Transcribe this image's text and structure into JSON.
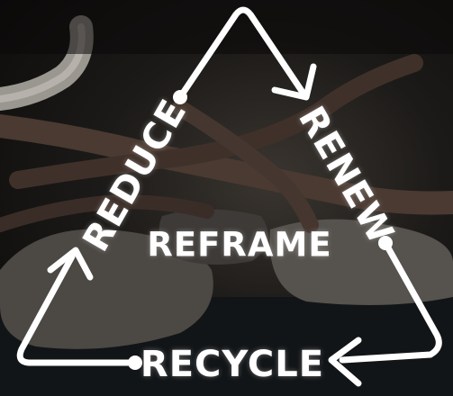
{
  "words": {
    "reduce": "REDUCE",
    "renew": "RENEW",
    "reframe": "REFRAME",
    "recycle": "RECYCLE"
  },
  "colors": {
    "line": "#ffffff",
    "background": "#1c1a18",
    "root": "#4a3a30",
    "rock": "#5a5650",
    "water": "#15181a"
  },
  "icons": {
    "cycle": "recycle-triangle-arrows"
  }
}
